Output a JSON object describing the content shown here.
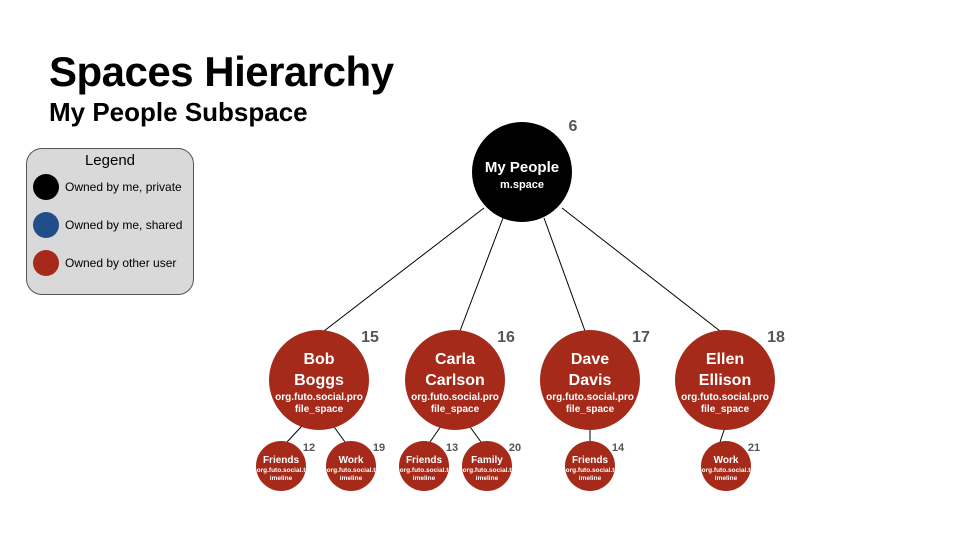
{
  "title": "Spaces Hierarchy",
  "subtitle": "My People Subspace",
  "colors": {
    "private": "#000000",
    "shared": "#1f4e89",
    "other": "#a52a1a",
    "number": "#555555"
  },
  "legend": {
    "title": "Legend",
    "items": [
      {
        "label": "Owned by me, private",
        "color": "#000000"
      },
      {
        "label": "Owned by me, shared",
        "color": "#1f4e89"
      },
      {
        "label": "Owned by other user",
        "color": "#a52a1a"
      }
    ]
  },
  "root": {
    "name": [
      "My People"
    ],
    "type": [
      "m.space"
    ],
    "number": "6",
    "owner": "private"
  },
  "members": [
    {
      "name": [
        "Bob",
        "Boggs"
      ],
      "type": [
        "org.futo.social.pro",
        "file_space"
      ],
      "number": "15",
      "owner": "other",
      "children": [
        {
          "name": "Friends",
          "type": [
            "org.futo.social.t",
            "imeline"
          ],
          "number": "12",
          "owner": "other"
        },
        {
          "name": "Work",
          "type": [
            "org.futo.social.t",
            "imeline"
          ],
          "number": "19",
          "owner": "other"
        }
      ]
    },
    {
      "name": [
        "Carla",
        "Carlson"
      ],
      "type": [
        "org.futo.social.pro",
        "file_space"
      ],
      "number": "16",
      "owner": "other",
      "children": [
        {
          "name": "Friends",
          "type": [
            "org.futo.social.t",
            "imeline"
          ],
          "number": "13",
          "owner": "other"
        },
        {
          "name": "Family",
          "type": [
            "org.futo.social.t",
            "imeline"
          ],
          "number": "20",
          "owner": "other"
        }
      ]
    },
    {
      "name": [
        "Dave",
        "Davis"
      ],
      "type": [
        "org.futo.social.pro",
        "file_space"
      ],
      "number": "17",
      "owner": "other",
      "children": [
        {
          "name": "Friends",
          "type": [
            "org.futo.social.t",
            "imeline"
          ],
          "number": "14",
          "owner": "other"
        }
      ]
    },
    {
      "name": [
        "Ellen",
        "Ellison"
      ],
      "type": [
        "org.futo.social.pro",
        "file_space"
      ],
      "number": "18",
      "owner": "other",
      "children": [
        {
          "name": "Work",
          "type": [
            "org.futo.social.t",
            "imeline"
          ],
          "number": "21",
          "owner": "other"
        }
      ]
    }
  ]
}
